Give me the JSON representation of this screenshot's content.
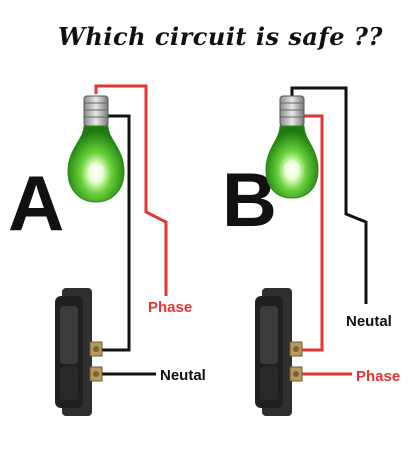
{
  "title": "Which circuit is safe ??",
  "circuits": [
    {
      "letter": "A",
      "label_top": "Phase",
      "label_bottom": "Neutal"
    },
    {
      "letter": "B",
      "label_top": "Neutal",
      "label_bottom": "Phase"
    }
  ],
  "colors": {
    "phase": "#e43434",
    "neutral": "#111111",
    "bulb": "#3fb51f",
    "switch": "#2f2f2f"
  },
  "icons": [
    "light-bulb-icon",
    "rocker-switch-icon"
  ]
}
